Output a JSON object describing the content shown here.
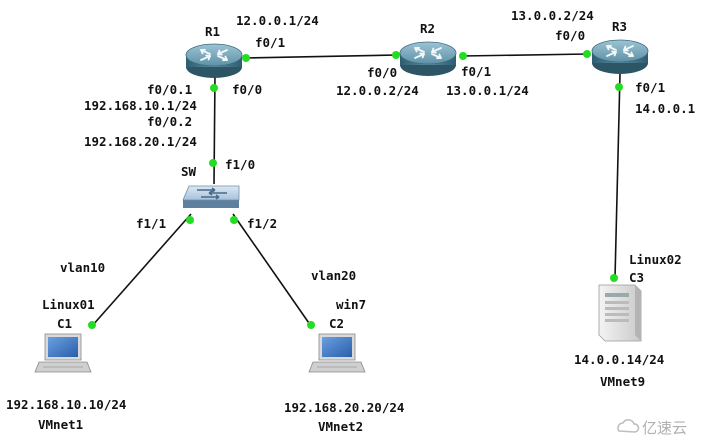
{
  "colors": {
    "link": "#111111",
    "port_up": "#22dd22",
    "router_top": "#6f9fb4",
    "router_side": "#3f6e82",
    "switch_top": "#bcd2e6",
    "switch_side": "#6f8fae",
    "pc_screen": "#3a73c4",
    "server_body": "#e2e2e2"
  },
  "devices": {
    "r1": {
      "name": "R1",
      "icon": "router-icon"
    },
    "r2": {
      "name": "R2",
      "icon": "router-icon"
    },
    "r3": {
      "name": "R3",
      "icon": "router-icon"
    },
    "sw": {
      "name": "SW",
      "icon": "switch-icon"
    },
    "c1": {
      "name": "C1",
      "host": "Linux01",
      "ip": "192.168.10.10/24",
      "net": "VMnet1",
      "vlan": "vlan10",
      "icon": "pc-icon"
    },
    "c2": {
      "name": "C2",
      "host": "win7",
      "ip": "192.168.20.20/24",
      "net": "VMnet2",
      "vlan": "vlan20",
      "icon": "pc-icon"
    },
    "c3": {
      "name": "C3",
      "host": "Linux02",
      "ip": "14.0.0.14/24",
      "net": "VMnet9",
      "icon": "server-icon"
    }
  },
  "links": {
    "r1_r2": {
      "r1_port": "f0/1",
      "r1_ip": "12.0.0.1/24",
      "r2_port": "f0/0",
      "r2_ip": "12.0.0.2/24"
    },
    "r2_r3": {
      "r2_port": "f0/1",
      "r2_ip": "13.0.0.1/24",
      "r3_port": "f0/0",
      "r3_ip": "13.0.0.2/24"
    },
    "r3_c3": {
      "r3_port": "f0/1",
      "r3_ip": "14.0.0.1"
    },
    "r1_sw": {
      "r1_sub1": "f0/0.1",
      "r1_sub1_ip": "192.168.10.1/24",
      "r1_sub2": "f0/0.2",
      "r1_sub2_ip": "192.168.20.1/24",
      "r1_port": "f0/0",
      "sw_port": "f1/0"
    },
    "sw_c1": {
      "sw_port": "f1/1"
    },
    "sw_c2": {
      "sw_port": "f1/2"
    }
  },
  "watermark": {
    "text": "亿速云"
  }
}
